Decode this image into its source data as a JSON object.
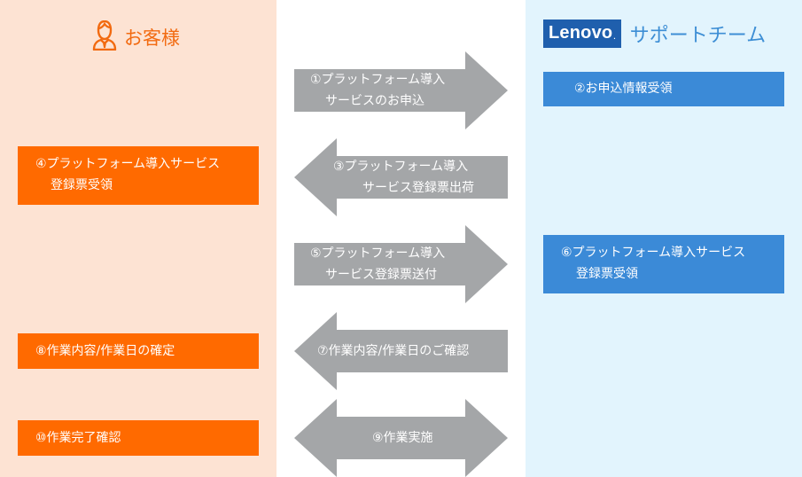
{
  "customer_header": {
    "icon": "person-icon",
    "title": "お客様"
  },
  "support_header": {
    "logo_text": "Lenovo",
    "logo_mark": ".",
    "title": "サポートチーム"
  },
  "colors": {
    "orange": "#ff6a00",
    "blue": "#3b8ad7",
    "arrow_gray": "#a4a6a8",
    "left_bg": "#fde3d3",
    "right_bg": "#e2f4fd"
  },
  "steps": {
    "s1": {
      "line1": "①プラットフォーム導入",
      "line2": "サービスのお申込"
    },
    "s2": {
      "line1": "②お申込情報受領"
    },
    "s3": {
      "line1": "③プラットフォーム導入",
      "line2": "サービス登録票出荷"
    },
    "s4": {
      "line1": "④プラットフォーム導入サービス",
      "line2": "登録票受領"
    },
    "s5": {
      "line1": "⑤プラットフォーム導入",
      "line2": "サービス登録票送付"
    },
    "s6": {
      "line1": "⑥プラットフォーム導入サービス",
      "line2": "登録票受領"
    },
    "s7": {
      "line1": "⑦作業内容/作業日のご確認"
    },
    "s8": {
      "line1": "⑧作業内容/作業日の確定"
    },
    "s9": {
      "line1": "⑨作業実施"
    },
    "s10": {
      "line1": "⑩作業完了確認"
    }
  }
}
